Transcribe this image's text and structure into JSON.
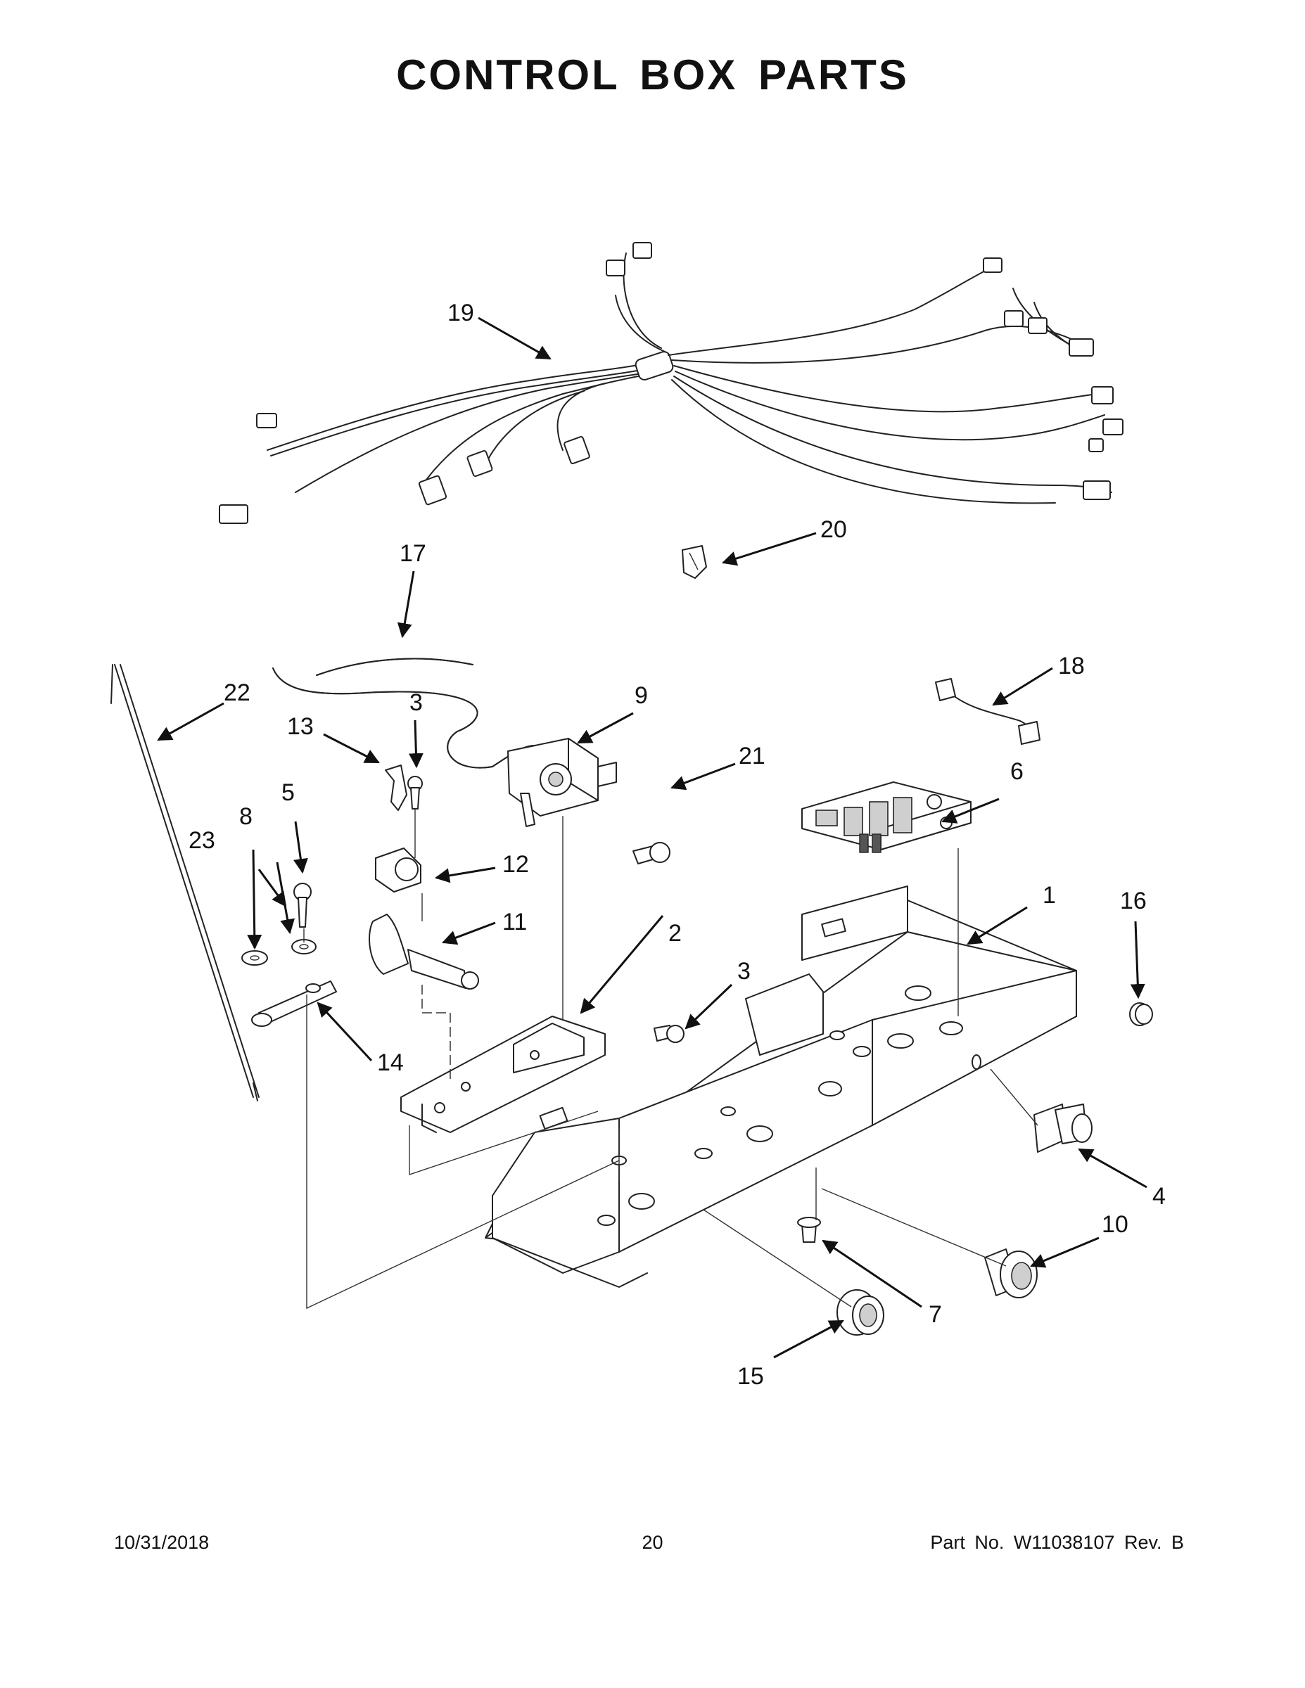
{
  "title": "CONTROL BOX PARTS",
  "callouts": [
    "1",
    "2",
    "3",
    "3",
    "4",
    "5",
    "6",
    "7",
    "8",
    "9",
    "10",
    "11",
    "12",
    "13",
    "14",
    "15",
    "16",
    "17",
    "18",
    "19",
    "20",
    "21",
    "22",
    "23"
  ],
  "footer": {
    "date": "10/31/2018",
    "page": "20",
    "part_number": "Part No.  W11038107  Rev.  B"
  }
}
